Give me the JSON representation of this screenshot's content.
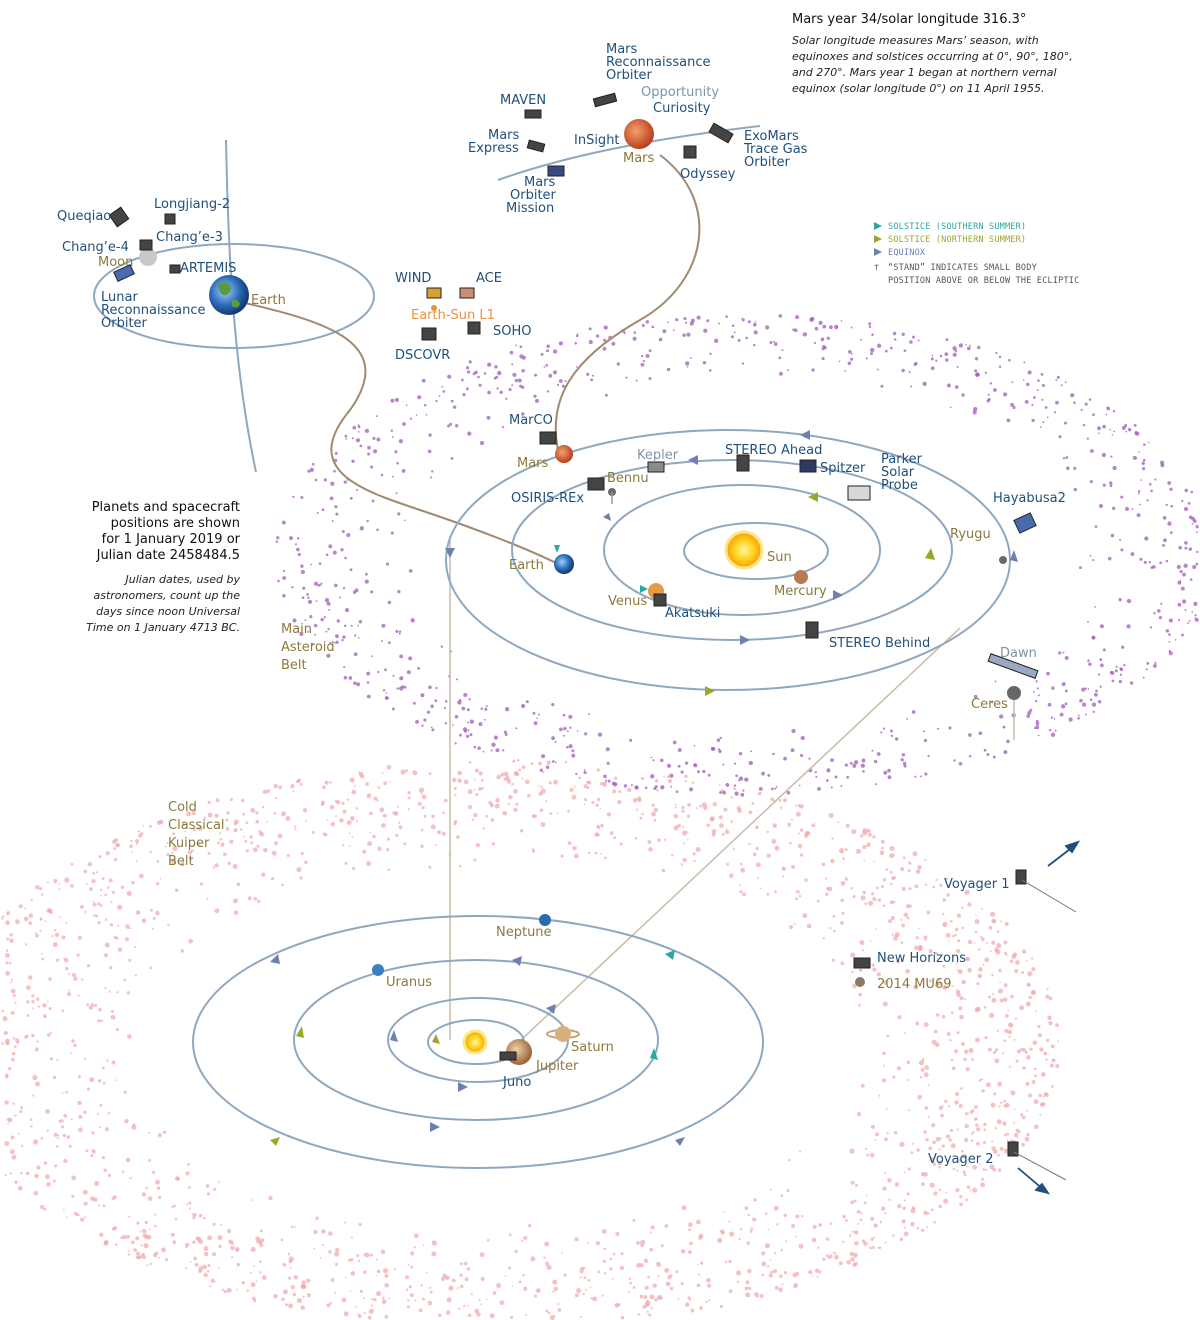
{
  "header": {
    "title": "Mars year 34/solar longitude 316.3°",
    "description": "Solar longitude measures Mars’ season, with equinoxes and solstices occurring at 0°, 90°, 180°, and 270°. Mars year 1 began at northern vernal equinox (solar longitude 0°) on 11 April 1955."
  },
  "date_note": {
    "title_lines": [
      "Planets and spacecraft",
      "positions are shown",
      "for 1 January 2019 or",
      "Julian date 2458484.5"
    ],
    "body_lines": [
      "Julian dates, used by",
      "astronomers, count up the",
      "days since noon Universal",
      "Time on 1 January 4713 BC."
    ]
  },
  "legend": {
    "solstice_southern": "SOLSTICE (SOUTHERN SUMMER)",
    "solstice_northern": "SOLSTICE (NORTHERN SUMMER)",
    "equinox": "EQUINOX",
    "stand_line1": "“STAND” INDICATES SMALL BODY",
    "stand_line2": "POSITION ABOVE OR BELOW THE ECLIPTIC"
  },
  "colors": {
    "orbit": "#8fa8c0",
    "spacecraft_label": "#1f4f7a",
    "planet_label": "#8a7a3c",
    "inactive_label": "#7f93a8",
    "lagrange_label": "#e8943a",
    "solstice_southern": "#2aa8a0",
    "solstice_northern": "#9aa82a",
    "equinox": "#6f7fb0",
    "asteroid_belt": "#a05cb8",
    "kuiper_belt": "#f0a8a8",
    "transfer_line": "#a08a70"
  },
  "labels": {
    "earth_moon": {
      "queqiao": "Queqiao",
      "longjiang2": "Longjiang-2",
      "change4": "Chang’e-4",
      "change3": "Chang’e-3",
      "moon": "Moon",
      "artemis": "ARTEMIS",
      "earth": "Earth",
      "lro": [
        "Lunar",
        "Reconnaissance",
        "Orbiter"
      ]
    },
    "l1": {
      "wind": "WIND",
      "ace": "ACE",
      "l1": "Earth-Sun L1",
      "soho": "SOHO",
      "dscovr": "DSCOVR"
    },
    "mars_system": {
      "mro": [
        "Mars",
        "Reconnaissance",
        "Orbiter"
      ],
      "maven": "MAVEN",
      "opportunity": "Opportunity",
      "curiosity": "Curiosity",
      "mars_express": [
        "Mars",
        "Express"
      ],
      "insight": "InSight",
      "exomars": [
        "ExoMars",
        "Trace Gas",
        "Orbiter"
      ],
      "mars": "Mars",
      "odyssey": "Odyssey",
      "mom": [
        "Mars",
        "Orbiter",
        "Mission"
      ]
    },
    "inner": {
      "marco": "MarCO",
      "mars": "Mars",
      "kepler": "Kepler",
      "stereo_ahead": "STEREO Ahead",
      "spitzer": "Spitzer",
      "parker": [
        "Parker",
        "Solar",
        "Probe"
      ],
      "bennu": "Bennu",
      "osiris": "OSIRIS-REx",
      "hayabusa2": "Hayabusa2",
      "ryugu": "Ryugu",
      "earth": "Earth",
      "sun": "Sun",
      "mercury": "Mercury",
      "venus": "Venus",
      "akatsuki": "Akatsuki",
      "stereo_behind": "STEREO Behind",
      "dawn": "Dawn",
      "ceres": "Ceres",
      "asteroid_belt": [
        "Main",
        "Asteroid",
        "Belt"
      ]
    },
    "outer": {
      "kuiper": [
        "Cold",
        "Classical",
        "Kuiper",
        "Belt"
      ],
      "voyager1": "Voyager 1",
      "neptune": "Neptune",
      "new_horizons": "New Horizons",
      "mu69": "2014 MU69",
      "uranus": "Uranus",
      "saturn": "Saturn",
      "jupiter": "Jupiter",
      "juno": "Juno",
      "voyager2": "Voyager 2"
    }
  }
}
